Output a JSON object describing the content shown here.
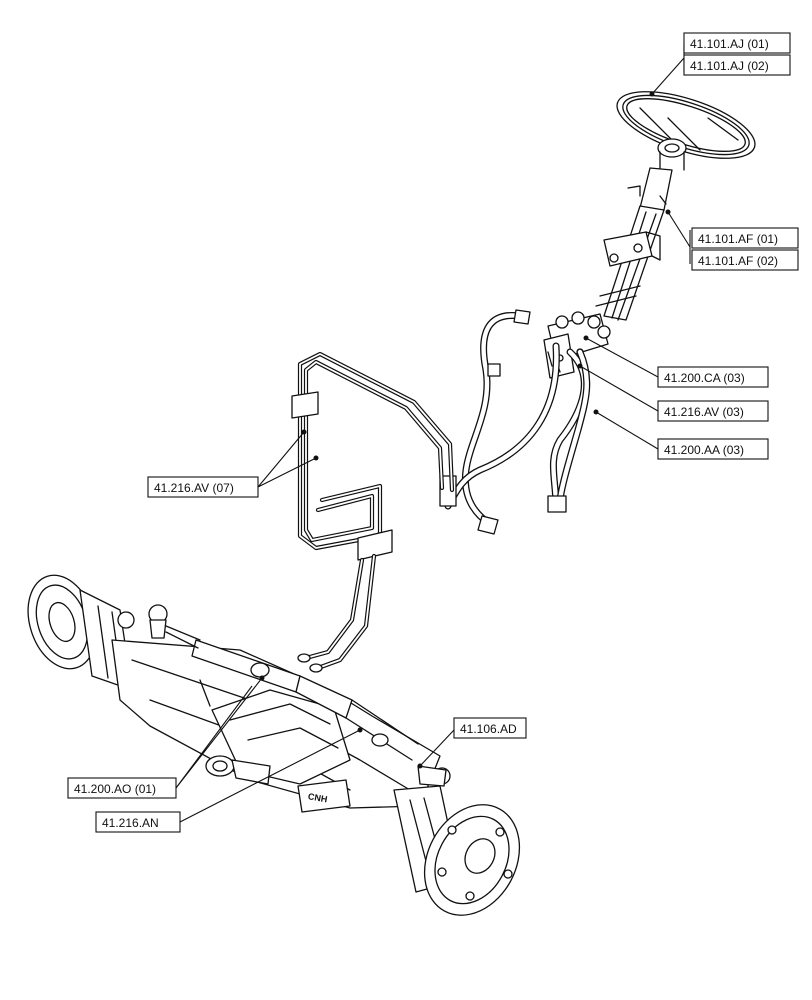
{
  "callouts": {
    "steering_wheel_1": "41.101.AJ (01)",
    "steering_wheel_2": "41.101.AJ (02)",
    "steering_column_1": "41.101.AF (01)",
    "steering_column_2": "41.101.AF (02)",
    "steering_unit": "41.200.CA (03)",
    "valve_hoses": "41.216.AV (03)",
    "supply_hoses": "41.200.AA (03)",
    "rigid_lines": "41.216.AV (07)",
    "axle_cylinder": "41.106.AD",
    "cylinder": "41.200.AO (01)",
    "tie_rod": "41.216.AN"
  },
  "axle_logo": "CNH"
}
